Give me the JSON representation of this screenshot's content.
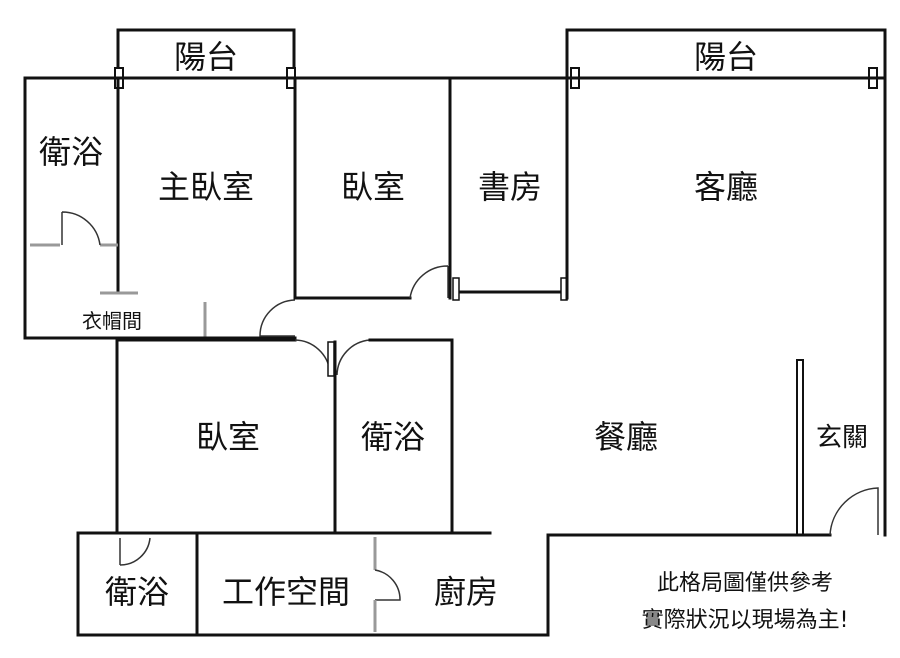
{
  "rooms": {
    "balcony_left": "陽台",
    "balcony_right": "陽台",
    "bath_master": "衛浴",
    "master_bedroom": "主臥室",
    "bedroom_1": "臥室",
    "study": "書房",
    "living_room": "客廳",
    "closet": "衣帽間",
    "bedroom_2": "臥室",
    "bath_2": "衛浴",
    "dining_room": "餐廳",
    "entrance": "玄關",
    "bath_3": "衛浴",
    "work_space": "工作空間",
    "kitchen": "廚房"
  },
  "disclaimer": {
    "line1": "此格局圖僅供參考",
    "line2": "實際狀況以現場為主!"
  }
}
